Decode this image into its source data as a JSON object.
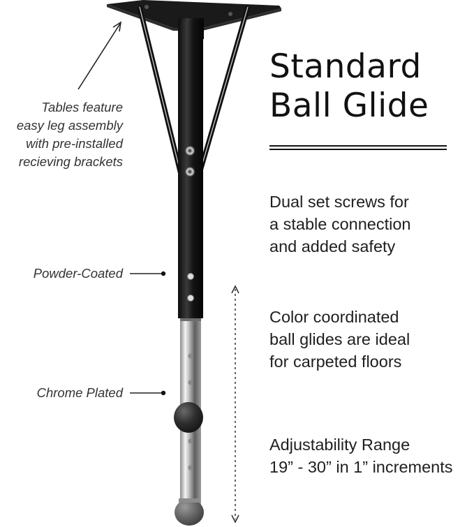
{
  "heading": {
    "line1": "Standard",
    "line2": "Ball Glide"
  },
  "features": {
    "set_screws": [
      "Dual set screws for",
      "a stable connection",
      "and added safety"
    ],
    "ball_glides": [
      "Color coordinated",
      "ball glides are ideal",
      "for carpeted floors"
    ],
    "adjustability": [
      "Adjustability Range",
      "19” - 30” in 1” increments"
    ]
  },
  "callouts": {
    "brackets": [
      "Tables feature",
      "easy leg assembly",
      "with pre-installed",
      "recieving brackets"
    ],
    "powder_coated": "Powder-Coated",
    "chrome_plated": "Chrome Plated"
  },
  "colors": {
    "leg_black": "#161616",
    "chrome": "#c8c8c8",
    "glide_gray": "#5e5e5e",
    "text": "#1f1f1f"
  }
}
